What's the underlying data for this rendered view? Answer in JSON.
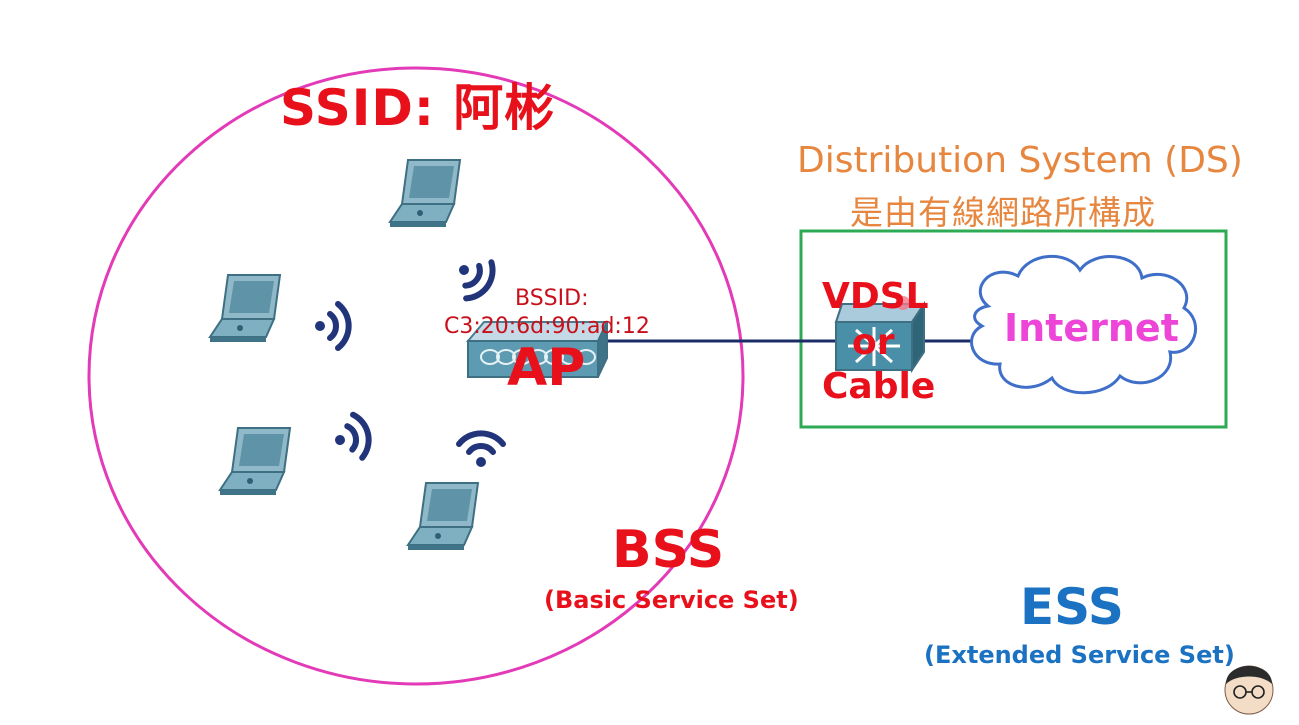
{
  "bss_label": "SSID: 阿彬",
  "distribution_system": {
    "title": "Distribution System (DS)",
    "subtitle": "是由有線網路所構成"
  },
  "access_point": {
    "bssid_label": "BSSID:",
    "bssid_value": "C3:20:6d:90:ad:12",
    "name": "AP"
  },
  "modem": {
    "line1": "VDSL",
    "line2": "or",
    "line3": "Cable"
  },
  "cloud_label": "Internet",
  "bss": {
    "abbr": "BSS",
    "full": "(Basic Service Set)"
  },
  "ess": {
    "abbr": "ESS",
    "full": "(Extended Service Set)"
  },
  "colors": {
    "bss_circle": "#e33bb7",
    "ds_box": "#2eaa55",
    "red_text": "#e8101b",
    "orange_text": "#e6863f",
    "blue_text": "#1b72c2",
    "internet_text": "#ec45d8",
    "device_teal": "#4a8fa8",
    "wifi_navy": "#22357a",
    "link_line": "#1b2c66"
  }
}
